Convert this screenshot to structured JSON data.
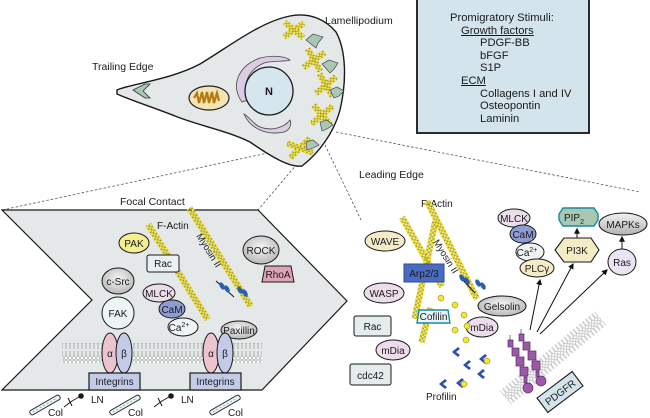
{
  "labels": {
    "lamellipodium": "Lamellipodium",
    "trailing_edge": "Trailing Edge",
    "nucleus": "N",
    "focal_contact": "Focal Contact",
    "leading_edge": "Leading Edge",
    "f_actin_focal": "F-Actin",
    "f_actin_leading": "F-Actin",
    "myosin_focal": "Myosin II",
    "myosin_leading": "Myosin II"
  },
  "stimuli_box": {
    "title": "Promigratory Stimuli:",
    "groups": [
      {
        "name": "Growth factors",
        "items": [
          "PDGF-BB",
          "bFGF",
          "S1P"
        ]
      },
      {
        "name": "ECM",
        "items": [
          "Collagens I and IV",
          "Osteopontin",
          "Laminin"
        ]
      }
    ]
  },
  "focal_contact": {
    "pak": "PAK",
    "rac": "Rac",
    "c_src": "c-Src",
    "fak": "FAK",
    "mlck": "MLCK",
    "cam": "CaM",
    "ca": "Ca",
    "ca_sup": "2+",
    "rock": "ROCK",
    "rhoa": "RhoA",
    "paxillin": "Paxillin",
    "alpha": "α",
    "beta": "β",
    "integrins_1": "Integrins",
    "integrins_2": "Integrins",
    "col": "Col",
    "ln": "LN"
  },
  "leading_edge": {
    "wave": "WAVE",
    "wasp": "WASP",
    "arp": "Arp2/3",
    "rac": "Rac",
    "cdc42": "cdc42",
    "mdia_1": "mDia",
    "mdia_2": "mDia",
    "cofilin": "Cofilin",
    "gelsolin": "Gelsolin",
    "profilin": "Profilin",
    "mlck": "MLCK",
    "cam": "CaM",
    "ca": "Ca",
    "ca_sup": "2+",
    "plcy": "PLCγ",
    "pip": "PIP",
    "pip_sub": "2",
    "pi3k": "PI3K",
    "mapks": "MAPKs",
    "ras": "Ras",
    "pdgfr": "PDGFR"
  },
  "colors": {
    "cell_fill": "#e4e8e8",
    "nucleus_fill": "#d5e6ef",
    "er_fill": "#dccbe4",
    "mito_fill": "#f4e4b4",
    "mito_crista": "#b87a10",
    "actin_bead": "#f5e72a",
    "arrow_fill": "#a8c8b4",
    "pak": "#f4ee8c",
    "cam": "#8e9cd4",
    "rhoa": "#dca4b4",
    "arp": "#4a6cc0",
    "alpha": "#ecc4d0",
    "beta": "#c4cbe8",
    "integrin_box": "#c4cbe8",
    "pip": "#a8c8b4",
    "pi3k": "#f4ecc4",
    "pdgfr": "#9a5aa8",
    "wave": "#f4ecc8",
    "mdia": "#ecdcec",
    "ras": "#ece4f4",
    "profilin": "#2a50b0"
  }
}
